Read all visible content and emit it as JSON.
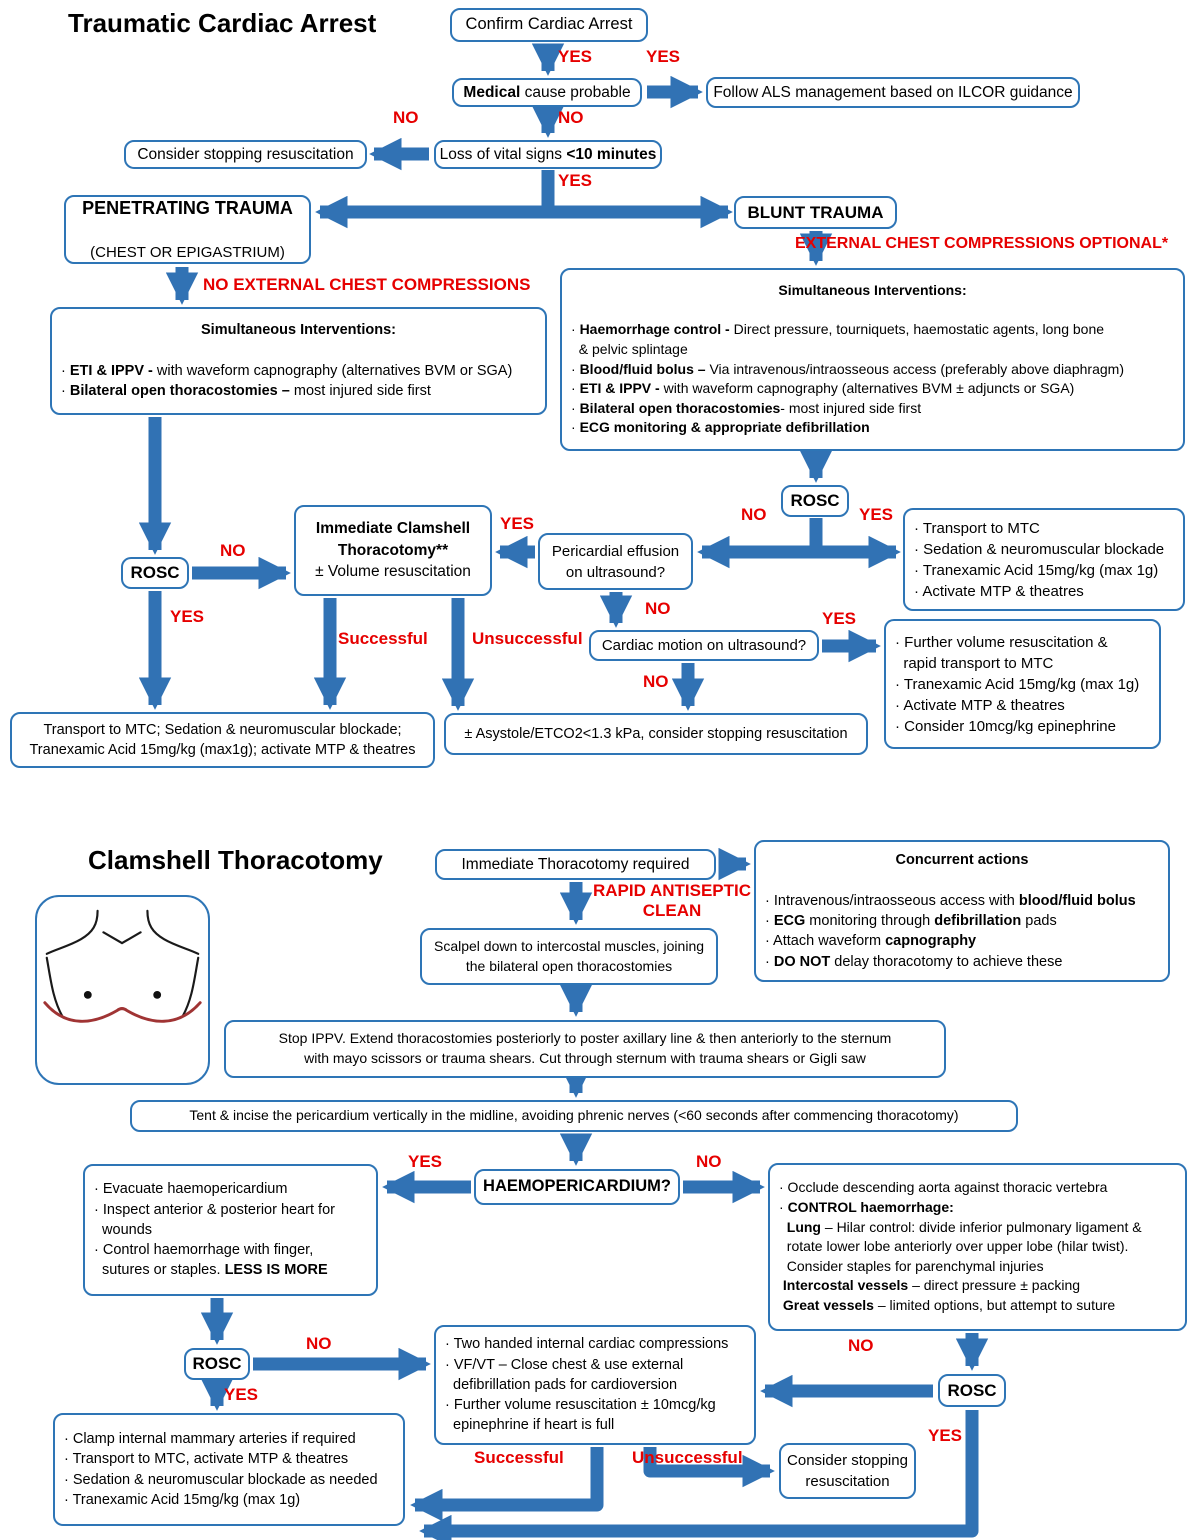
{
  "titles": {
    "top": "Traumatic Cardiac Arrest",
    "bottom": "Clamshell Thoracotomy"
  },
  "colors": {
    "box_border_blue": "#2e75b6",
    "arrow_blue": "#3172b4",
    "label_red": "#e60000",
    "incision_red": "#a03434"
  },
  "labels": {
    "yes": "YES",
    "no": "NO",
    "successful": "Successful",
    "unsuccessful": "Unsuccessful",
    "no_ecc": "NO EXTERNAL CHEST COMPRESSIONS",
    "ecc_optional": "EXTERNAL CHEST COMPRESSIONS OPTIONAL*",
    "rapid_line1": "RAPID ANTISEPTIC",
    "rapid_line2": "CLEAN"
  },
  "boxes": {
    "confirm": {
      "lines": [
        {
          "seg": [
            {
              "t": "Confirm Cardiac Arrest"
            }
          ]
        }
      ]
    },
    "medical": {
      "lines": [
        {
          "seg": [
            {
              "t": "Medical",
              "b": true
            },
            {
              "t": " cause probable"
            }
          ]
        }
      ]
    },
    "als": {
      "lines": [
        {
          "seg": [
            {
              "t": "Follow ALS management based on ILCOR guidance"
            }
          ]
        }
      ]
    },
    "loss": {
      "lines": [
        {
          "seg": [
            {
              "t": "Loss of vital signs "
            },
            {
              "t": "<10 minutes",
              "b": true
            }
          ]
        }
      ]
    },
    "considerStop1": {
      "lines": [
        {
          "seg": [
            {
              "t": "Consider stopping resuscitation"
            }
          ]
        }
      ]
    },
    "penetrating": {
      "lines": [
        {
          "big": true,
          "seg": [
            {
              "t": "PENETRATING TRAUMA",
              "b": true
            }
          ]
        },
        {
          "seg": []
        },
        {
          "seg": [
            {
              "t": "(CHEST OR EPIGASTRIUM)"
            }
          ]
        }
      ]
    },
    "blunt": {
      "lines": [
        {
          "seg": [
            {
              "t": "BLUNT TRAUMA",
              "b": true
            }
          ]
        }
      ]
    },
    "penInt": {
      "lines": [
        {
          "center": true,
          "seg": [
            {
              "t": "Simultaneous Interventions:",
              "b": true
            }
          ]
        },
        {
          "seg": []
        },
        {
          "seg": [
            {
              "t": "· "
            },
            {
              "t": "ETI & IPPV -",
              "b": true
            },
            {
              "t": " with waveform capnography (alternatives BVM or SGA)"
            }
          ]
        },
        {
          "seg": [
            {
              "t": "· "
            },
            {
              "t": "Bilateral open thoracostomies –",
              "b": true
            },
            {
              "t": " most injured side first"
            }
          ]
        }
      ]
    },
    "bluntInt": {
      "lines": [
        {
          "center": true,
          "seg": [
            {
              "t": "Simultaneous Interventions:",
              "b": true
            }
          ]
        },
        {
          "seg": []
        },
        {
          "seg": [
            {
              "t": "· "
            },
            {
              "t": "Haemorrhage control -",
              "b": true
            },
            {
              "t": " Direct pressure, tourniquets, haemostatic agents, long bone"
            }
          ]
        },
        {
          "seg": [
            {
              "t": "  & pelvic splintage"
            }
          ]
        },
        {
          "seg": [
            {
              "t": "· "
            },
            {
              "t": "Blood/fluid bolus –",
              "b": true
            },
            {
              "t": " Via intravenous/intraosseous access (preferably above diaphragm)"
            }
          ]
        },
        {
          "seg": [
            {
              "t": "· "
            },
            {
              "t": "ETI & IPPV -",
              "b": true
            },
            {
              "t": " with waveform capnography (alternatives BVM ± adjuncts or SGA)"
            }
          ]
        },
        {
          "seg": [
            {
              "t": "· "
            },
            {
              "t": "Bilateral open thoracostomies",
              "b": true
            },
            {
              "t": "- most injured side first"
            }
          ]
        },
        {
          "seg": [
            {
              "t": "· "
            },
            {
              "t": "ECG monitoring & appropriate defibrillation",
              "b": true
            }
          ]
        }
      ]
    },
    "rosc1": {
      "lines": [
        {
          "seg": [
            {
              "t": "ROSC",
              "b": true
            }
          ]
        }
      ]
    },
    "rosc2": {
      "lines": [
        {
          "seg": [
            {
              "t": "ROSC",
              "b": true
            }
          ]
        }
      ]
    },
    "rosc3": {
      "lines": [
        {
          "seg": [
            {
              "t": "ROSC",
              "b": true
            }
          ]
        }
      ]
    },
    "rosc4": {
      "lines": [
        {
          "seg": [
            {
              "t": "ROSC",
              "b": true
            }
          ]
        }
      ]
    },
    "transportRight": {
      "lines": [
        {
          "seg": [
            {
              "t": "· Transport to MTC"
            }
          ]
        },
        {
          "seg": [
            {
              "t": "· Sedation & neuromuscular blockade"
            }
          ]
        },
        {
          "seg": [
            {
              "t": "· Tranexamic Acid 15mg/kg (max 1g)"
            }
          ]
        },
        {
          "seg": [
            {
              "t": "· Activate MTP & theatres"
            }
          ]
        }
      ]
    },
    "pericardial": {
      "lines": [
        {
          "seg": [
            {
              "t": "Pericardial effusion"
            }
          ]
        },
        {
          "seg": [
            {
              "t": "on ultrasound?"
            }
          ]
        }
      ]
    },
    "clamshellBox": {
      "lines": [
        {
          "seg": [
            {
              "t": "Immediate Clamshell",
              "b": true
            }
          ]
        },
        {
          "seg": [
            {
              "t": "Thoracotomy**",
              "b": true
            }
          ]
        },
        {
          "seg": [
            {
              "t": "± Volume resuscitation"
            }
          ]
        }
      ]
    },
    "cardiacMotion": {
      "lines": [
        {
          "seg": [
            {
              "t": "Cardiac motion on ultrasound?"
            }
          ]
        }
      ]
    },
    "furtherVolume": {
      "lines": [
        {
          "seg": [
            {
              "t": "· Further volume resuscitation &"
            }
          ]
        },
        {
          "seg": [
            {
              "t": "  rapid transport to MTC"
            }
          ]
        },
        {
          "seg": [
            {
              "t": "· Tranexamic Acid 15mg/kg (max 1g)"
            }
          ]
        },
        {
          "seg": [
            {
              "t": "· Activate MTP & theatres"
            }
          ]
        },
        {
          "seg": [
            {
              "t": "· Consider 10mcg/kg epinephrine"
            }
          ]
        }
      ]
    },
    "asystole": {
      "lines": [
        {
          "seg": [
            {
              "t": "± Asystole/ETCO2<1.3 kPa, consider stopping resuscitation"
            }
          ]
        }
      ]
    },
    "transportLeft": {
      "lines": [
        {
          "seg": [
            {
              "t": "Transport to MTC; Sedation & neuromuscular blockade;"
            }
          ]
        },
        {
          "seg": [
            {
              "t": "Tranexamic Acid 15mg/kg (max1g); activate MTP & theatres"
            }
          ]
        }
      ]
    },
    "immediateThoracotomy": {
      "lines": [
        {
          "seg": [
            {
              "t": "Immediate Thoracotomy required"
            }
          ]
        }
      ]
    },
    "concurrent": {
      "lines": [
        {
          "center": true,
          "seg": [
            {
              "t": "Concurrent actions",
              "b": true
            }
          ]
        },
        {
          "seg": []
        },
        {
          "seg": [
            {
              "t": "· Intravenous/intraosseous access with "
            },
            {
              "t": "blood/fluid bolus",
              "b": true
            }
          ]
        },
        {
          "seg": [
            {
              "t": "· "
            },
            {
              "t": "ECG",
              "b": true
            },
            {
              "t": " monitoring through "
            },
            {
              "t": "defibrillation",
              "b": true
            },
            {
              "t": " pads"
            }
          ]
        },
        {
          "seg": [
            {
              "t": "· Attach waveform "
            },
            {
              "t": "capnography",
              "b": true
            }
          ]
        },
        {
          "seg": [
            {
              "t": "· "
            },
            {
              "t": "DO NOT",
              "b": true
            },
            {
              "t": " delay thoracotomy to achieve these"
            }
          ]
        }
      ]
    },
    "scalpel": {
      "lines": [
        {
          "seg": [
            {
              "t": "Scalpel down to intercostal muscles, joining"
            }
          ]
        },
        {
          "seg": [
            {
              "t": "the bilateral open thoracostomies"
            }
          ]
        }
      ]
    },
    "stopIppv": {
      "lines": [
        {
          "seg": [
            {
              "t": "Stop IPPV. Extend thoracostomies posteriorly to poster axillary line & then anteriorly to the sternum"
            }
          ]
        },
        {
          "seg": [
            {
              "t": "with mayo scissors or trauma shears. Cut through sternum with trauma shears or Gigli saw"
            }
          ]
        }
      ]
    },
    "tent": {
      "lines": [
        {
          "seg": [
            {
              "t": "Tent & incise the pericardium vertically in the midline, avoiding phrenic nerves (<60 seconds after commencing thoracotomy)"
            }
          ]
        }
      ]
    },
    "haemo": {
      "lines": [
        {
          "seg": [
            {
              "t": "HAEMOPERICARDIUM?",
              "b": true
            }
          ]
        }
      ]
    },
    "evacuate": {
      "lines": [
        {
          "seg": [
            {
              "t": "· Evacuate haemopericardium"
            }
          ]
        },
        {
          "seg": [
            {
              "t": "· Inspect anterior & posterior heart for"
            }
          ]
        },
        {
          "seg": [
            {
              "t": "  wounds"
            }
          ]
        },
        {
          "seg": [
            {
              "t": "· Control haemorrhage with finger,"
            }
          ]
        },
        {
          "seg": [
            {
              "t": "  sutures or staples. "
            },
            {
              "t": "LESS IS MORE",
              "b": true
            }
          ]
        }
      ]
    },
    "occlude": {
      "lines": [
        {
          "seg": [
            {
              "t": "· Occlude descending aorta against thoracic vertebra"
            }
          ]
        },
        {
          "seg": [
            {
              "t": "· "
            },
            {
              "t": "CONTROL haemorrhage:",
              "b": true
            }
          ]
        },
        {
          "seg": [
            {
              "t": "  "
            },
            {
              "t": "Lung",
              "b": true
            },
            {
              "t": " – Hilar control: divide inferior pulmonary ligament &"
            }
          ]
        },
        {
          "seg": [
            {
              "t": "  rotate lower lobe anteriorly over upper lobe (hilar twist)."
            }
          ]
        },
        {
          "seg": [
            {
              "t": "  Consider staples for parenchymal injuries"
            }
          ]
        },
        {
          "seg": [
            {
              "t": " "
            },
            {
              "t": "Intercostal vessels",
              "b": true
            },
            {
              "t": " – direct pressure ± packing"
            }
          ]
        },
        {
          "seg": [
            {
              "t": " "
            },
            {
              "t": "Great vessels",
              "b": true
            },
            {
              "t": " – limited options, but attempt to suture"
            }
          ]
        }
      ]
    },
    "internalComp": {
      "lines": [
        {
          "seg": [
            {
              "t": "· Two handed internal cardiac compressions"
            }
          ]
        },
        {
          "seg": [
            {
              "t": "· VF/VT – Close chest & use external"
            }
          ]
        },
        {
          "seg": [
            {
              "t": "  defibrillation pads for cardioversion"
            }
          ]
        },
        {
          "seg": [
            {
              "t": "· Further volume resuscitation ± 10mcg/kg"
            }
          ]
        },
        {
          "seg": [
            {
              "t": "  epinephrine if heart is full"
            }
          ]
        }
      ]
    },
    "clamp": {
      "lines": [
        {
          "seg": [
            {
              "t": "· Clamp internal mammary arteries if required"
            }
          ]
        },
        {
          "seg": [
            {
              "t": "· Transport to MTC, activate MTP & theatres"
            }
          ]
        },
        {
          "seg": [
            {
              "t": "· Sedation & neuromuscular blockade as needed"
            }
          ]
        },
        {
          "seg": [
            {
              "t": "· Tranexamic Acid 15mg/kg (max 1g)"
            }
          ]
        }
      ]
    },
    "considerStop2": {
      "lines": [
        {
          "seg": [
            {
              "t": "Consider stopping"
            }
          ]
        },
        {
          "seg": [
            {
              "t": "resuscitation"
            }
          ]
        }
      ]
    }
  }
}
